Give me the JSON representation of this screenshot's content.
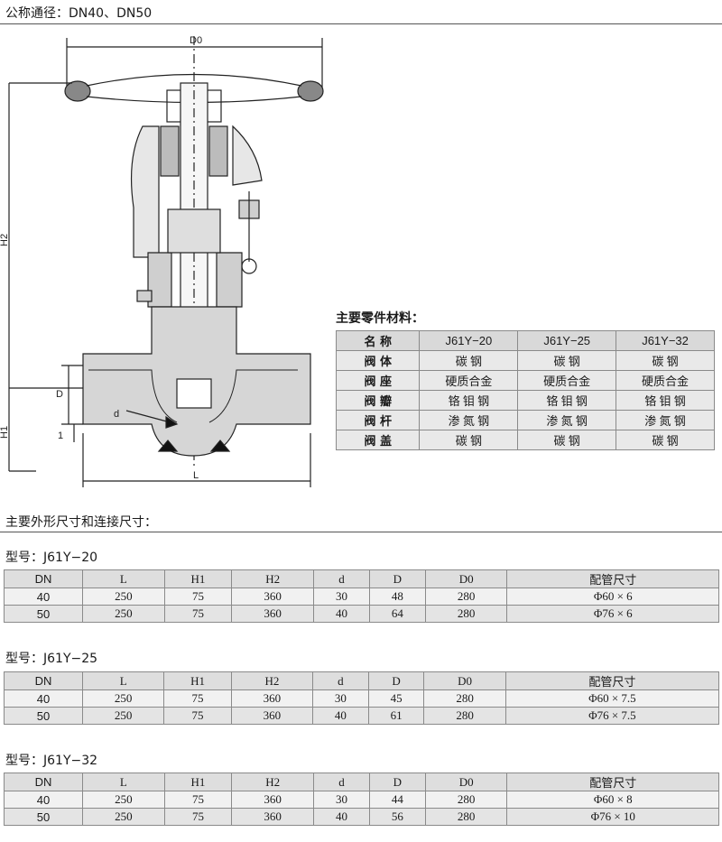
{
  "header": {
    "title": "公称通径：DN40、DN50"
  },
  "diagram": {
    "labels": {
      "d0": "D0",
      "h2": "H2",
      "h1": "H1",
      "d_upper": "D",
      "d_lower": "d",
      "one": "1",
      "l": "L"
    }
  },
  "materials": {
    "title": "主要零件材料：",
    "columns": [
      "名 称",
      "J61Y−20",
      "J61Y−25",
      "J61Y−32"
    ],
    "rows": [
      [
        "阀 体",
        "碳 钢",
        "碳 钢",
        "碳 钢"
      ],
      [
        "阀 座",
        "硬质合金",
        "硬质合金",
        "硬质合金"
      ],
      [
        "阀 瓣",
        "铬 钼 钢",
        "铬 钼 钢",
        "铬 钼 钢"
      ],
      [
        "阀 杆",
        "渗 氮 钢",
        "渗 氮 钢",
        "渗 氮 钢"
      ],
      [
        "阀 盖",
        "碳 钢",
        "碳 钢",
        "碳 钢"
      ]
    ]
  },
  "dimensions": {
    "title": "主要外形尺寸和连接尺寸：",
    "columns": [
      "DN",
      "L",
      "H1",
      "H2",
      "d",
      "D",
      "D0",
      "配管尺寸"
    ],
    "models": [
      {
        "title": "型号：J61Y−20",
        "rows": [
          [
            "40",
            "250",
            "75",
            "360",
            "30",
            "48",
            "280",
            "Φ60 × 6"
          ],
          [
            "50",
            "250",
            "75",
            "360",
            "40",
            "64",
            "280",
            "Φ76 × 6"
          ]
        ]
      },
      {
        "title": "型号：J61Y−25",
        "rows": [
          [
            "40",
            "250",
            "75",
            "360",
            "30",
            "45",
            "280",
            "Φ60 × 7.5"
          ],
          [
            "50",
            "250",
            "75",
            "360",
            "40",
            "61",
            "280",
            "Φ76 × 7.5"
          ]
        ]
      },
      {
        "title": "型号：J61Y−32",
        "rows": [
          [
            "40",
            "250",
            "75",
            "360",
            "30",
            "44",
            "280",
            "Φ60 × 8"
          ],
          [
            "50",
            "250",
            "75",
            "360",
            "40",
            "56",
            "280",
            "Φ76 × 10"
          ]
        ]
      }
    ]
  }
}
